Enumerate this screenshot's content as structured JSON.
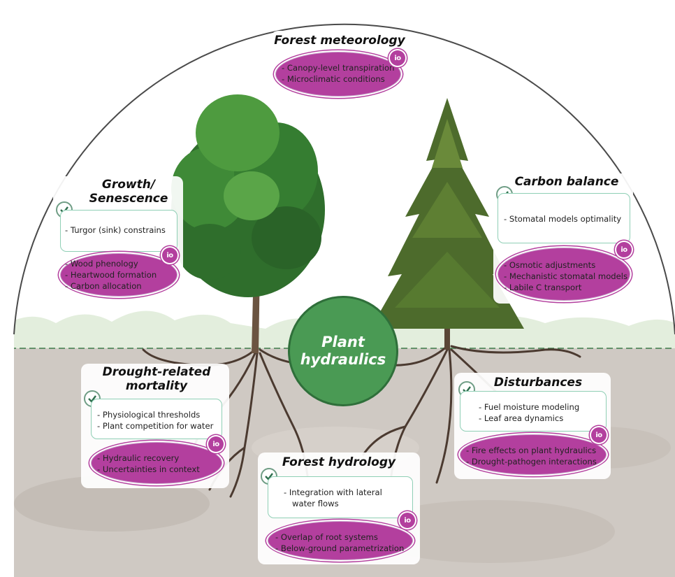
{
  "hub": {
    "label_line1": "Plant",
    "label_line2": "hydraulics"
  },
  "icons": {
    "check": "check-circle-icon",
    "io": "io-badge-icon"
  },
  "colors": {
    "hub": "#4a9a54",
    "io_badge": "#b33f9e",
    "check_border": "#8fcfb5",
    "io_border": "#c89ec8",
    "ground": "#cfc9c3",
    "sky_band": "#e3eedd"
  },
  "panels": {
    "forest_meteorology": {
      "title": "Forest meteorology",
      "io_items": [
        "- Canopy-level transpiration",
        "- Microclimatic conditions"
      ]
    },
    "growth": {
      "title_line1": "Growth/",
      "title_line2": "Senescence",
      "check_items": [
        "- Turgor (sink) constrains"
      ],
      "io_items": [
        "- Wood phenology",
        "- Heartwood formation",
        "- Carbon allocation"
      ]
    },
    "carbon_balance": {
      "title": "Carbon balance",
      "check_items": [
        "- Stomatal models optimality"
      ],
      "io_items": [
        "- Osmotic adjustments",
        "- Mechanistic stomatal models",
        "- Labile C transport"
      ]
    },
    "drought_mortality": {
      "title_line1": "Drought-related",
      "title_line2": "mortality",
      "check_items": [
        "- Physiological thresholds",
        "- Plant competition for water"
      ],
      "io_items": [
        "- Hydraulic recovery",
        "- Uncertainties in context"
      ]
    },
    "disturbances": {
      "title": "Disturbances",
      "check_items": [
        "- Fuel moisture modeling",
        "- Leaf area dynamics"
      ],
      "io_items": [
        "- Fire effects on plant hydraulics",
        "- Drought-pathogen interactions"
      ]
    },
    "forest_hydrology": {
      "title": "Forest hydrology",
      "check_items": [
        "- Integration with lateral",
        "water flows"
      ],
      "io_items": [
        "- Overlap of root systems",
        "- Below-ground parametrization"
      ]
    }
  }
}
